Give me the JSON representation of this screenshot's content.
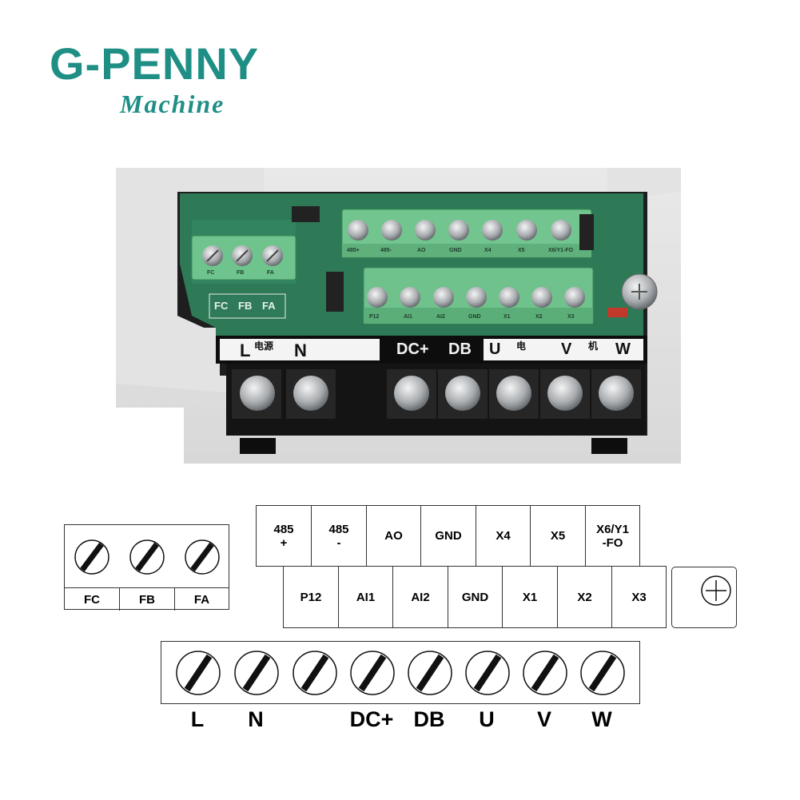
{
  "brand": {
    "name": "G-PENNY",
    "tagline": "Machine",
    "color": "#1f8f86"
  },
  "photo": {
    "signal_row_top": [
      "485+",
      "485-",
      "AO",
      "GND",
      "X4",
      "X5",
      "X6/Y1-FO"
    ],
    "signal_row_bottom": [
      "P12",
      "AI1",
      "AI2",
      "GND",
      "X1",
      "X2",
      "X3"
    ],
    "relay_labels": [
      "FC",
      "FB",
      "FA"
    ],
    "power_header_left": "L",
    "power_header_left_cn": "电源",
    "power_header_n": "N",
    "power_header_dc": "DC+",
    "power_header_db": "DB",
    "power_header_u": "U",
    "power_header_motor_cn1": "电",
    "power_header_v": "V",
    "power_header_motor_cn2": "机",
    "power_header_w": "W"
  },
  "diagram": {
    "relay": {
      "labels": [
        "FC",
        "FB",
        "FA"
      ]
    },
    "signal_top": [
      "485\n+",
      "485\n-",
      "AO",
      "GND",
      "X4",
      "X5",
      "X6/Y1\n-FO"
    ],
    "signal_bottom": [
      "P12",
      "AI1",
      "AI2",
      "GND",
      "X1",
      "X2",
      "X3"
    ],
    "power": [
      "L",
      "N",
      "",
      "DC+",
      "DB",
      "U",
      "V",
      "W"
    ]
  }
}
